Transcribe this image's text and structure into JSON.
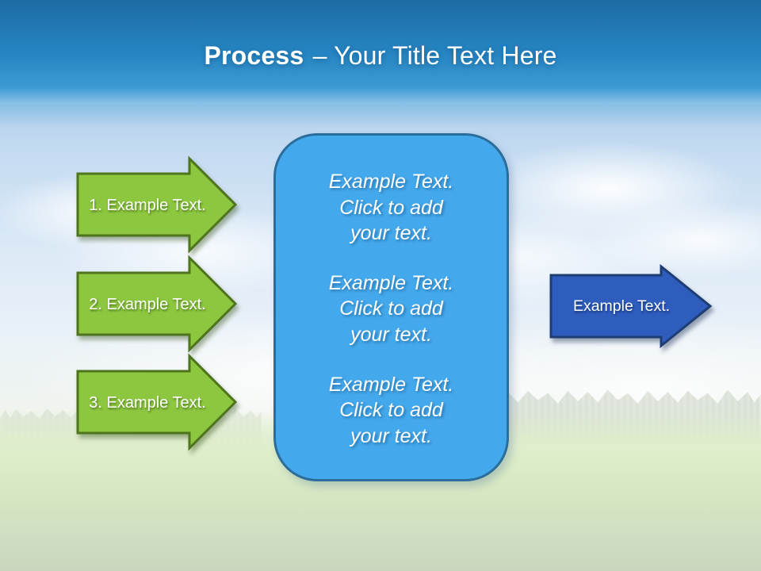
{
  "slide": {
    "title": {
      "emphasis": "Process",
      "rest": "– Your Title Text Here"
    },
    "input_steps": [
      {
        "label": "1. Example Text."
      },
      {
        "label": "2. Example Text."
      },
      {
        "label": "3. Example Text."
      }
    ],
    "process_panel": {
      "paragraphs": [
        {
          "text": "Example Text.\nClick  to add\nyour text."
        },
        {
          "text": "Example Text.\nClick  to add\nyour text."
        },
        {
          "text": "Example Text.\nClick  to add\nyour text."
        }
      ]
    },
    "output_step": {
      "label": "Example Text."
    },
    "colors": {
      "header_top": "#1e6ca4",
      "header_mid": "#2585c2",
      "header_light": "#3d9ad3",
      "green_fill": "#8dc63f",
      "green_border": "#4e741d",
      "panel_fill": "#44a9ec",
      "panel_border": "#2b6d9a",
      "blue_fill": "#2e5dbe",
      "blue_border": "#1d3d73"
    }
  }
}
